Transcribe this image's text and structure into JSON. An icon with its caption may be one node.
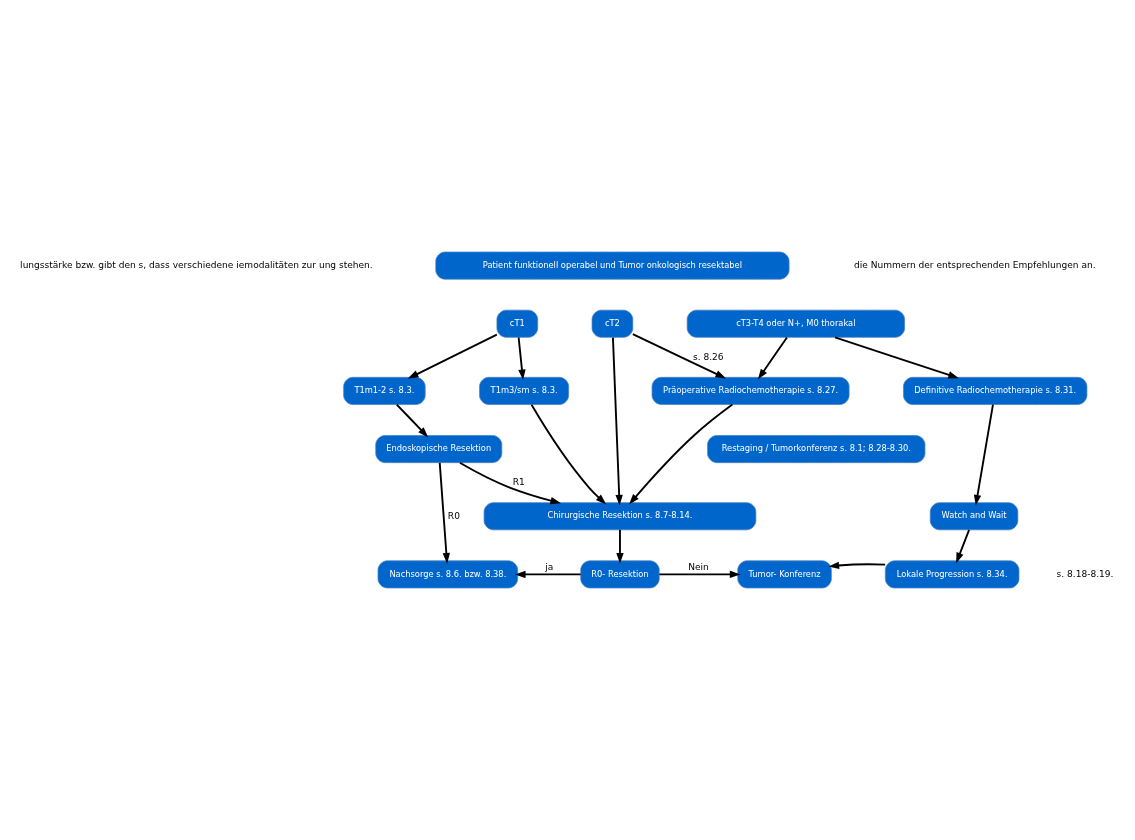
{
  "diagram": {
    "nodes": [
      {
        "text": [
          "Patient funktionell operabel und Tumor onkologisch resektabel"
        ]
      },
      {
        "text": [
          "cT1"
        ]
      },
      {
        "text": [
          "cT2"
        ]
      },
      {
        "text": [
          "cT3-T4 oder N+, M0 thorakal"
        ]
      },
      {
        "text": [
          "T1m1-2 s. 8.3."
        ]
      },
      {
        "text": [
          "T1m3/sm s. 8.3."
        ]
      },
      {
        "text": [
          "Präoperative Radiochemotherapie s. 8.27."
        ]
      },
      {
        "text": [
          "Definitive Radiochemotherapie s. 8.31."
        ]
      },
      {
        "text": [
          "Endoskopische Resektion"
        ]
      },
      {
        "text": [
          "Restaging / Tumorkonferenz s. 8.1; 8.28-8.30."
        ]
      },
      {
        "text": [
          "Chirurgische Resektion s. 8.7-8.14."
        ]
      },
      {
        "text": [
          "Watch and Wait"
        ]
      },
      {
        "text": [
          "Nachsorge s. 8.6. bzw. 8.38."
        ]
      },
      {
        "text": [
          "R0- Resektion"
        ]
      },
      {
        "text": [
          "Tumor- Konferenz"
        ]
      },
      {
        "text": [
          "Lokale Progression s. 8.34."
        ]
      }
    ],
    "edges": [
      {
        "from": 1,
        "to": 4,
        "arrow": "to"
      },
      {
        "from": 1,
        "to": 5,
        "arrow": "to"
      },
      {
        "from": 2,
        "to": 10,
        "arrow": "to"
      },
      {
        "from": 2,
        "to": 6,
        "arrow": "to",
        "label": "s. 8.26"
      },
      {
        "from": 3,
        "to": 6,
        "arrow": "to"
      },
      {
        "from": 3,
        "to": 7,
        "arrow": "to"
      },
      {
        "from": 4,
        "to": 8,
        "arrow": "to"
      },
      {
        "from": 5,
        "to": 10,
        "arrow": "to"
      },
      {
        "from": 6,
        "to": 10,
        "arrow": "to"
      },
      {
        "from": 7,
        "to": 11,
        "arrow": "to"
      },
      {
        "from": 8,
        "to": 10,
        "arrow": "to",
        "label": "R1"
      },
      {
        "from": 8,
        "to": 12,
        "arrow": "to",
        "label": "R0"
      },
      {
        "from": 10,
        "to": 13,
        "arrow": "to"
      },
      {
        "from": 13,
        "to": 12,
        "arrow": "to",
        "label": "ja"
      },
      {
        "from": 13,
        "to": 14,
        "arrow": "to",
        "label": "Nein"
      },
      {
        "from": 11,
        "to": 15,
        "arrow": "to"
      },
      {
        "from": 15,
        "to": 14,
        "arrow": "to"
      }
    ],
    "labels": [
      "lungsstärke bzw. gibt den s, dass verschiedene iemodalitäten zur ung stehen.",
      "die Nummern der entsprechenden Empfehlungen an.",
      "s. 8.18-8.19."
    ]
  }
}
